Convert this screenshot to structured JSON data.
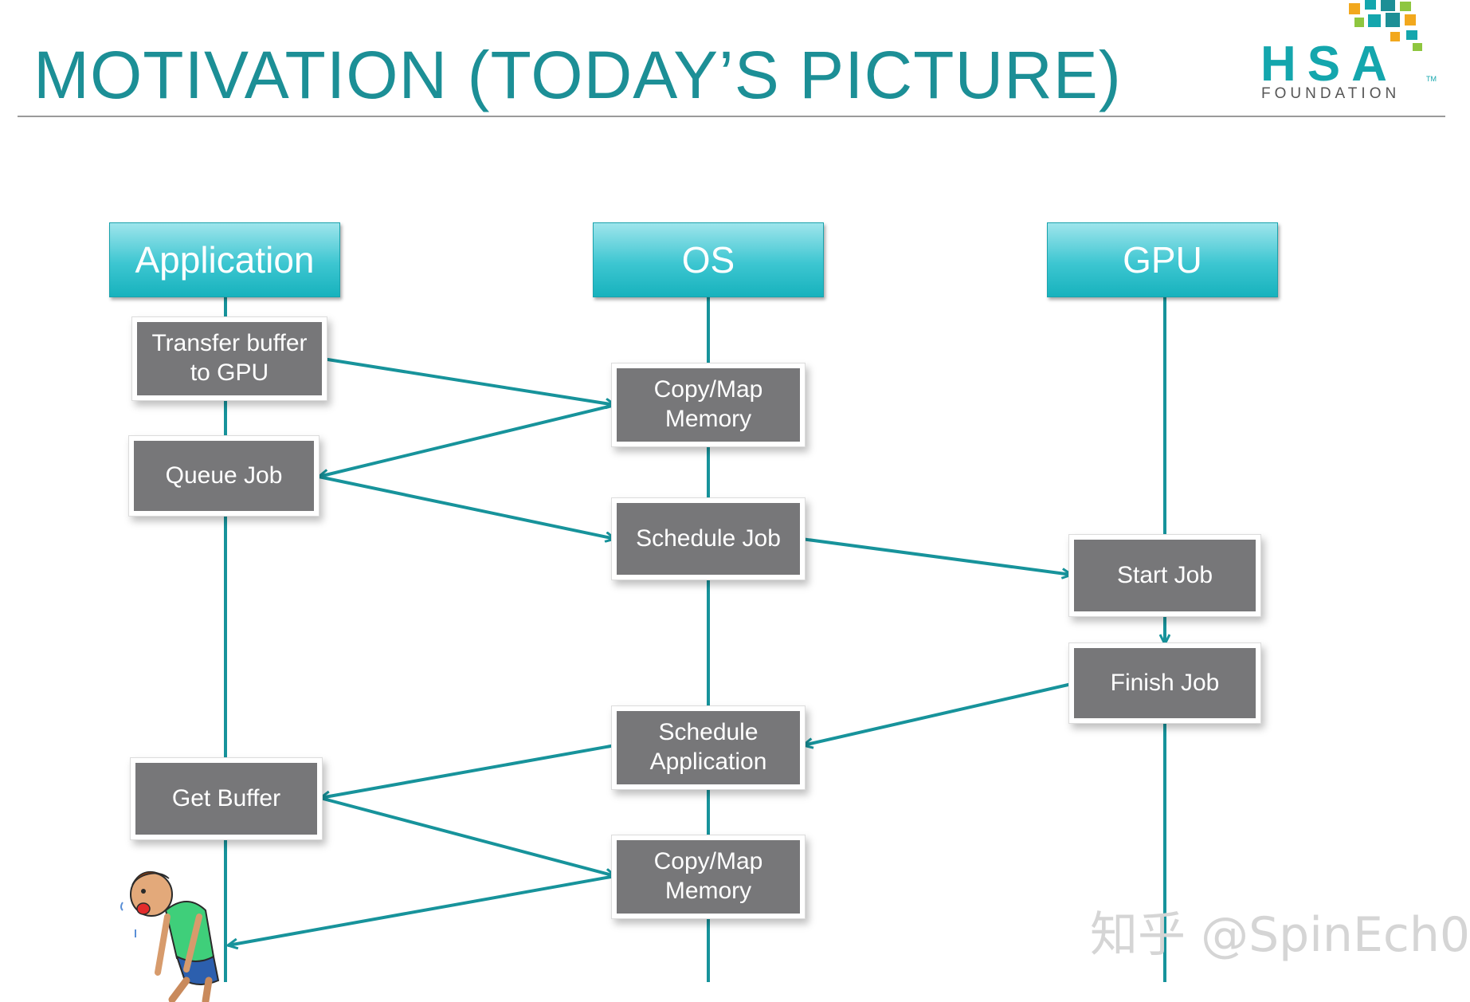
{
  "slide": {
    "title": "MOTIVATION (TODAY’S PICTURE)"
  },
  "logo": {
    "name": "HSA",
    "subtitle": "FOUNDATION",
    "trademark": "TM"
  },
  "columns": [
    {
      "label": "Application"
    },
    {
      "label": "OS"
    },
    {
      "label": "GPU"
    }
  ],
  "steps": {
    "transfer_buffer": "Transfer buffer to GPU",
    "copy_map_memory_1": "Copy/Map Memory",
    "queue_job": "Queue Job",
    "schedule_job": "Schedule Job",
    "start_job": "Start Job",
    "finish_job": "Finish Job",
    "schedule_application": "Schedule Application",
    "get_buffer": "Get Buffer",
    "copy_map_memory_2": "Copy/Map Memory"
  },
  "watermark": "知乎 @SpinEch0",
  "colors": {
    "accent": "#1c8f96",
    "lifeline": "#17939b",
    "step_fill": "#777779",
    "header_top": "#9ee5ec",
    "header_bottom": "#17b2bd"
  }
}
